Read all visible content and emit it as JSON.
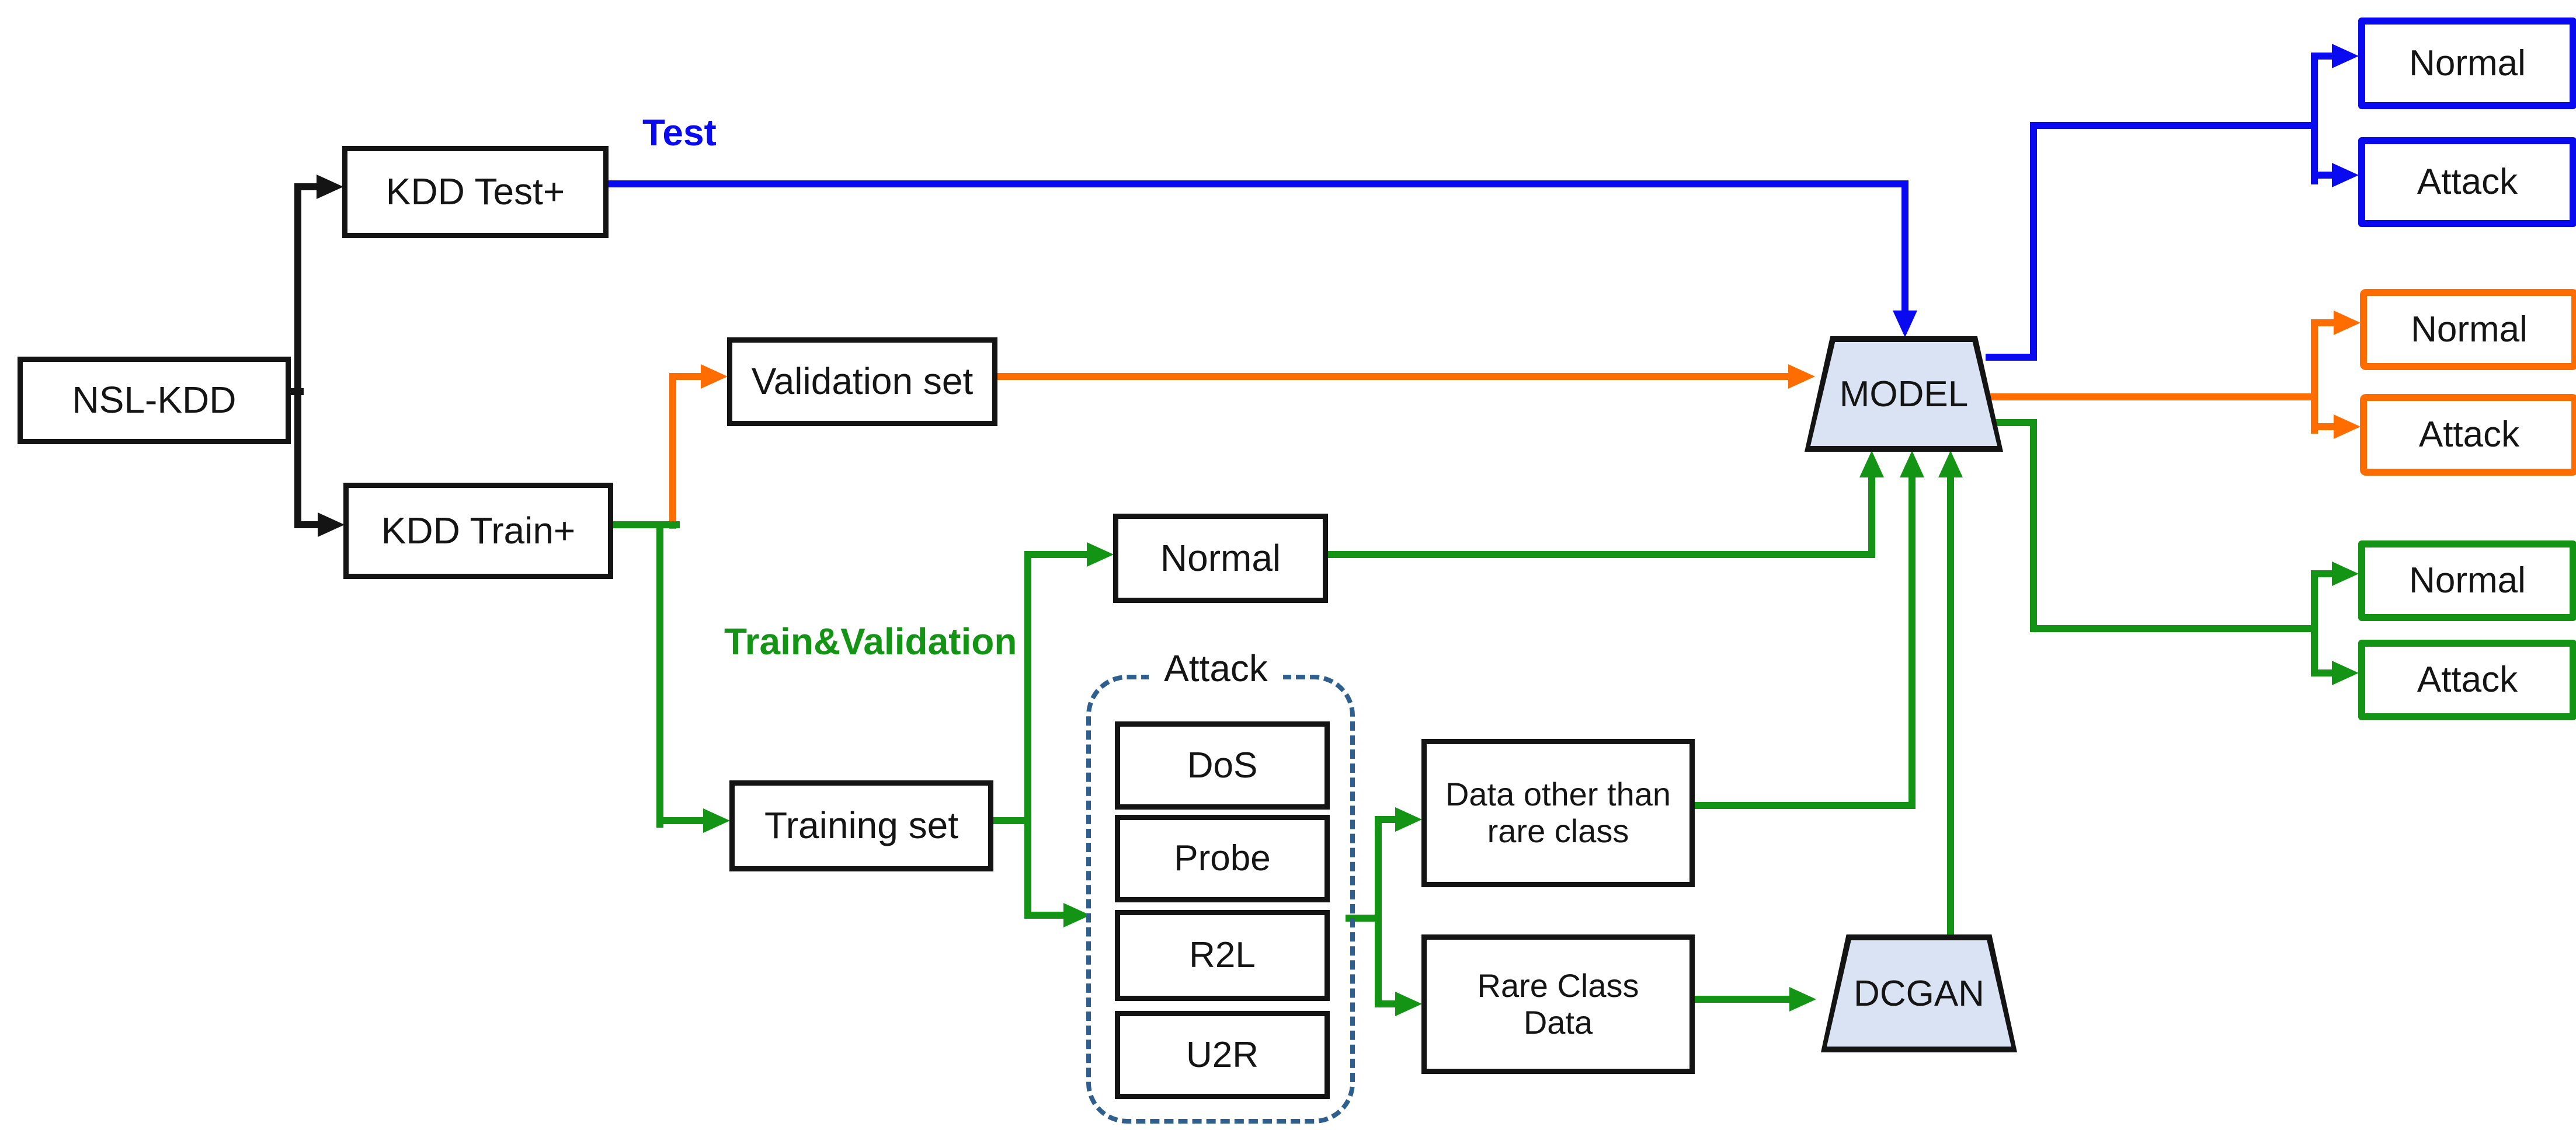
{
  "theme": {
    "colors": {
      "blue": "#0a0af0",
      "orange": "#ff6c00",
      "green": "#149414",
      "navy": "#2e5f8f",
      "fill": "#dae3f3",
      "ink": "#141414"
    }
  },
  "nodes": {
    "nsl_kdd": {
      "label": "NSL-KDD"
    },
    "kdd_test": {
      "label": "KDD Test+"
    },
    "kdd_train": {
      "label": "KDD Train+"
    },
    "validation_set": {
      "label": "Validation set"
    },
    "training_set": {
      "label": "Training set"
    },
    "normal_train": {
      "label": "Normal"
    },
    "dos": {
      "label": "DoS"
    },
    "probe": {
      "label": "Probe"
    },
    "r2l": {
      "label": "R2L"
    },
    "u2r": {
      "label": "U2R"
    },
    "data_other": {
      "label": "Data other than\nrare class"
    },
    "rare_class": {
      "label": "Rare Class\nData"
    },
    "model": {
      "label": "MODEL"
    },
    "dcgan": {
      "label": "DCGAN"
    }
  },
  "group": {
    "attack": {
      "label": "Attack"
    }
  },
  "edge_labels": {
    "test": "Test",
    "train_validation": "Train&Validation"
  },
  "outputs": {
    "blue": {
      "normal": "Normal",
      "attack": "Attack"
    },
    "orange": {
      "normal": "Normal",
      "attack": "Attack"
    },
    "green": {
      "normal": "Normal",
      "attack": "Attack"
    }
  }
}
